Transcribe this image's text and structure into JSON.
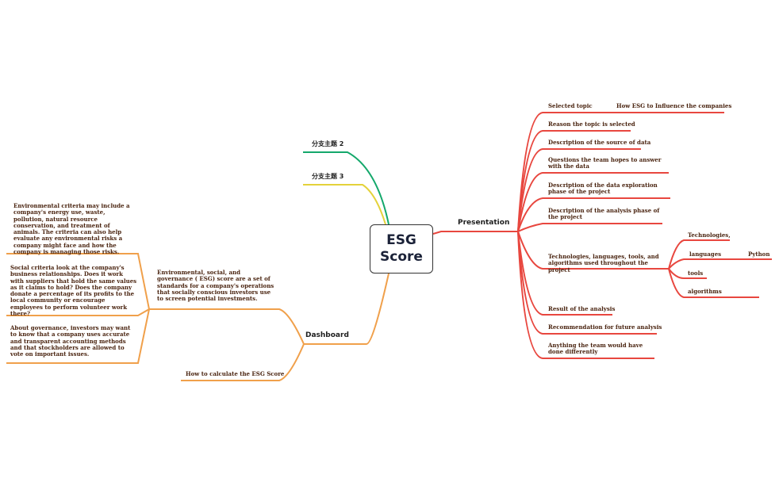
{
  "root": {
    "line1": "ESG",
    "line2": "Score"
  },
  "colors": {
    "presentation": "#e8473f",
    "dashboard": "#f0a04b",
    "branch2": "#14a86b",
    "branch3": "#e4d23a",
    "text": "#4a2410"
  },
  "branches": {
    "presentation": "Presentation",
    "dashboard": "Dashboard",
    "sub2": "分支主题 2",
    "sub3": "分支主题 3"
  },
  "presentation": {
    "selected_topic": "Selected topic",
    "topic_value": "How ESG to Influence the companies",
    "reason": "Reason the topic is selected",
    "source": "Description of the source of data",
    "questions": "Questions the team hopes to answer with the data",
    "exploration": "Description of the data exploration phase of the project",
    "analysis_phase": "Description of the analysis phase of the project",
    "tech": "Technologies, languages, tools, and algorithms used throughout the project",
    "tech_children": {
      "technologies": "Technologies,",
      "languages": "languages",
      "python": "Python",
      "tools": "tools",
      "algorithms": "algorithms"
    },
    "result": "Result of the analysis",
    "recommendation": "Recommendation for future analysis",
    "differently": "Anything the team would have done differently"
  },
  "dashboard": {
    "definition": "Environmental, social, and governance ( ESG) score are a set of standards for a company's operations that socially conscious investors use to screen potential investments.",
    "environmental": "Environmental criteria may include a company's energy use, waste, pollution, natural resource conservation, and treatment of animals. The criteria can also help evaluate any environmental risks a company might face and how the company is managing those risks.",
    "social": "Social criteria look at the company's business relationships. Does it work with suppliers that hold the same values as it claims to hold? Does the company donate a percentage of its profits to the local community or encourage employees to perform volunteer work there?",
    "governance": "About governance, investors may want to know that a company uses accurate and transparent accounting methods and that stockholders are allowed to vote on important issues.",
    "how_to": "How to calculate the ESG Score"
  }
}
